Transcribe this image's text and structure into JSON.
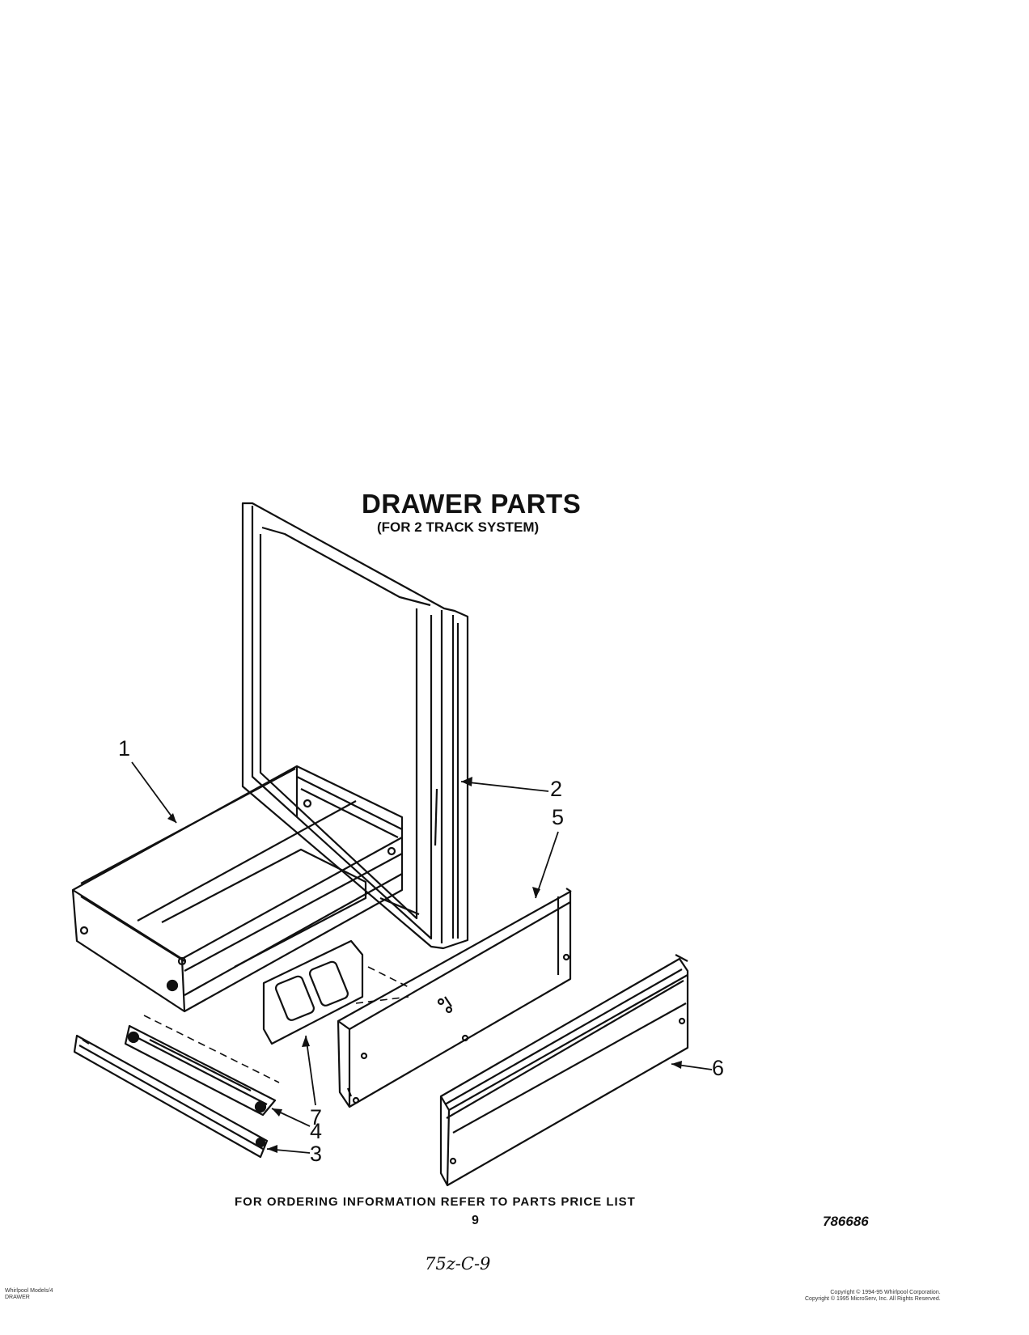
{
  "header": {
    "title": "DRAWER PARTS",
    "subtitle": "(FOR 2 TRACK SYSTEM)"
  },
  "callouts": [
    "1",
    "2",
    "5",
    "6",
    "7",
    "4",
    "3"
  ],
  "footer": {
    "ordering_note": "FOR ORDERING INFORMATION REFER TO PARTS PRICE LIST",
    "page_number": "9",
    "document_number": "786686",
    "handwritten_note": "75z-C-9",
    "small_left_line1": "Whirlpool Models/4",
    "small_left_line2": "DRAWER",
    "small_right_line1": "Copyright © 1994-95 Whirlpool Corporation.",
    "small_right_line2": "Copyright © 1995 MicroServ, Inc. All Rights Reserved."
  }
}
